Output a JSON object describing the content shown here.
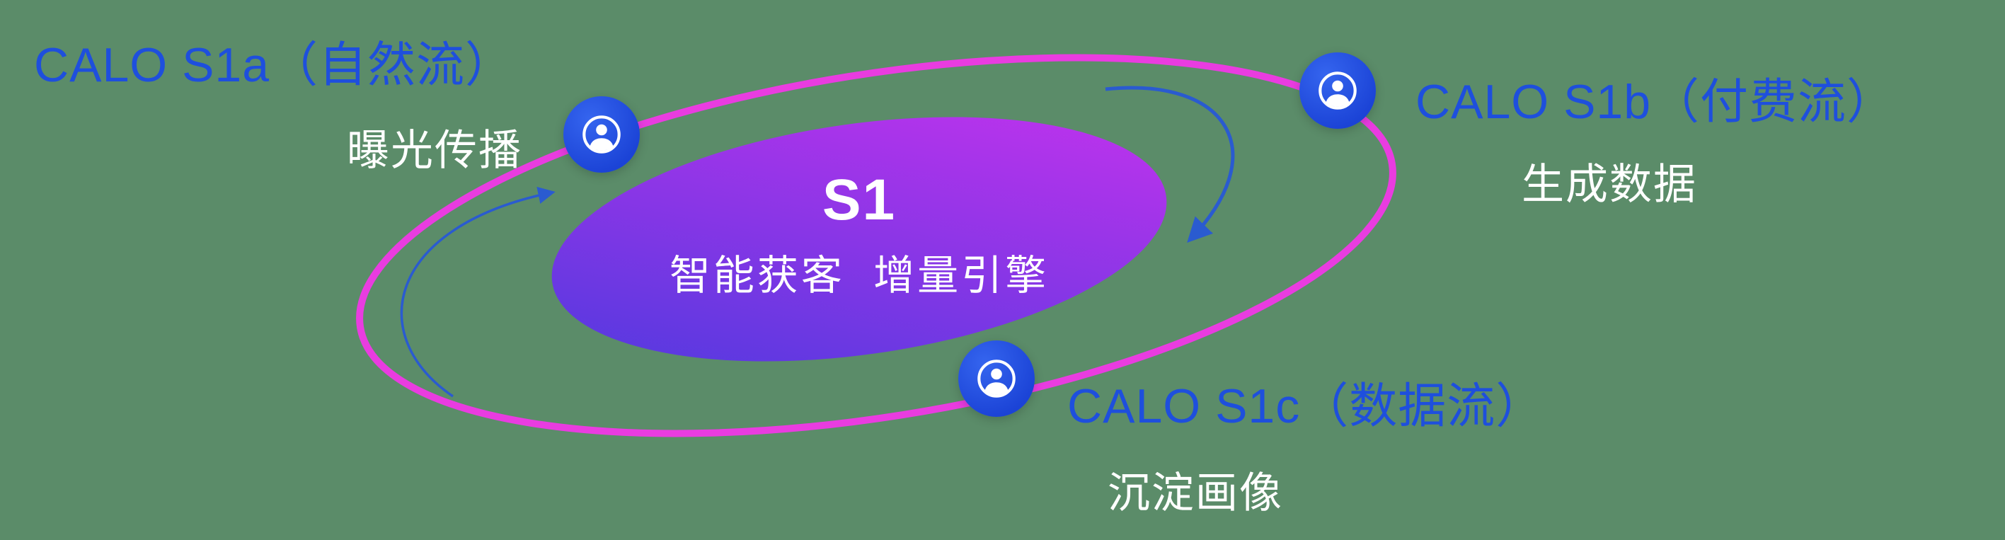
{
  "center": {
    "title": "S1",
    "subtitle": "智能获客  增量引擎"
  },
  "nodes": [
    {
      "id": "s1a",
      "label": "CALO S1a（自然流）",
      "sublabel": "曝光传播",
      "icon": "user-circle-icon"
    },
    {
      "id": "s1b",
      "label": "CALO S1b（付费流）",
      "sublabel": "生成数据",
      "icon": "user-circle-icon"
    },
    {
      "id": "s1c",
      "label": "CALO S1c（数据流）",
      "sublabel": "沉淀画像",
      "icon": "user-circle-icon"
    }
  ],
  "colors": {
    "bg_green": "#5b8c69",
    "label_blue": "#1e4fdd",
    "text_white": "#ffffff",
    "node_blue": "#1b43d6",
    "node_blue_light": "#3565ef",
    "ring_pink": "#e93ce0",
    "core_from": "#4b3ade",
    "core_to": "#c832ee",
    "arrow_blue": "#2a5bd0"
  }
}
